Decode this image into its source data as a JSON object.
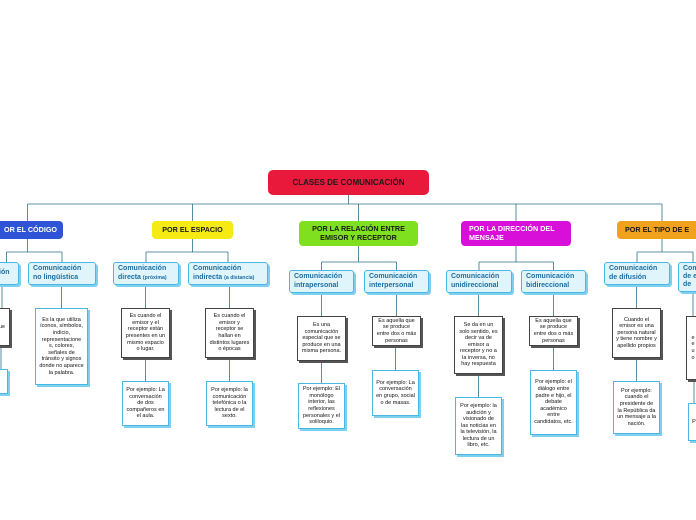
{
  "root": {
    "label": "CLASES DE COMUNICACIÓN",
    "color": "#e8193b"
  },
  "categories": [
    {
      "label": "OR EL CÓDIGO",
      "color": "#2f53d6",
      "text_color": "#ffffff"
    },
    {
      "label": "POR EL ESPACIO",
      "color": "#f5ea14",
      "text_color": "#1a1a1a"
    },
    {
      "label": "POR LA RELACIÓN ENTRE EMISOR Y RECEPTOR",
      "color": "#7ee01f",
      "text_color": "#1a1a1a"
    },
    {
      "label": "POR LA DIRECCIÓN DEL MENSAJE",
      "color": "#d80fd8",
      "text_color": "#ffffff"
    },
    {
      "label": "POR EL TIPO DE E",
      "color": "#f0a21c",
      "text_color": "#1a1a1a"
    }
  ],
  "subtopics": [
    {
      "label": "ión",
      "small": ""
    },
    {
      "label": "Comunicación no lingüística",
      "small": ""
    },
    {
      "label": "Comunicación directa",
      "small": "(próxima)"
    },
    {
      "label": "Comunicación indirecta",
      "small": "(a distancia)"
    },
    {
      "label": "Comunicación intrapersonal",
      "small": ""
    },
    {
      "label": "Comunicación interpersonal",
      "small": ""
    },
    {
      "label": "Comunicación unidireccional",
      "small": ""
    },
    {
      "label": "Comunicación bidireccional",
      "small": ""
    },
    {
      "label": "Comunicación de difusión",
      "small": ""
    },
    {
      "label": "Com de e de",
      "small": ""
    }
  ],
  "descriptions": [
    "ue",
    "Es la que utiliza íconos, símbolos, indicio, representacione s, colores, señales de tránsito y signos donde no aparece la palabra.",
    "Es cuando el emisor y el receptor están presentes en un mismo espacio o lugar.",
    "Es cuando el emisor y receptor se hallan en distintos lugares o épocas",
    "Es una comunicación especial que se produce en una misma persona.",
    "Es aquella que se produce entre dos o más personas",
    "Se da en un solo sentido, es decir va de emisor a receptor y no a la inversa, no hay respuesta",
    "Es aquella que se produce entre dos o más personas",
    "Cuando el emisor es una persona natural y tiene nombre y apellido propios",
    "e e u o"
  ],
  "examples": [
    "",
    "Por ejemplo: La conversación de dos compañeros en el aula.",
    "Por ejemplo: la comunicación telefónica o la lectura de el sexto.",
    "Por ejemplo: El monólogo interior, las reflexiones personales y el soliloquio.",
    "Por ejemplo: La conversación en grupo, social o de masas.",
    "Por ejemplo: la audición y visionado de las noticias en la televisión, la lectura de un libro, etc.",
    "Por ejemplo: el diálogo entre padre e hijo, el debate académico entre candidatos, etc.",
    "Por ejemplo: cuando el presidente de la República da un mensaje a la nación.",
    "P"
  ],
  "line_color": "#2d6f8c"
}
